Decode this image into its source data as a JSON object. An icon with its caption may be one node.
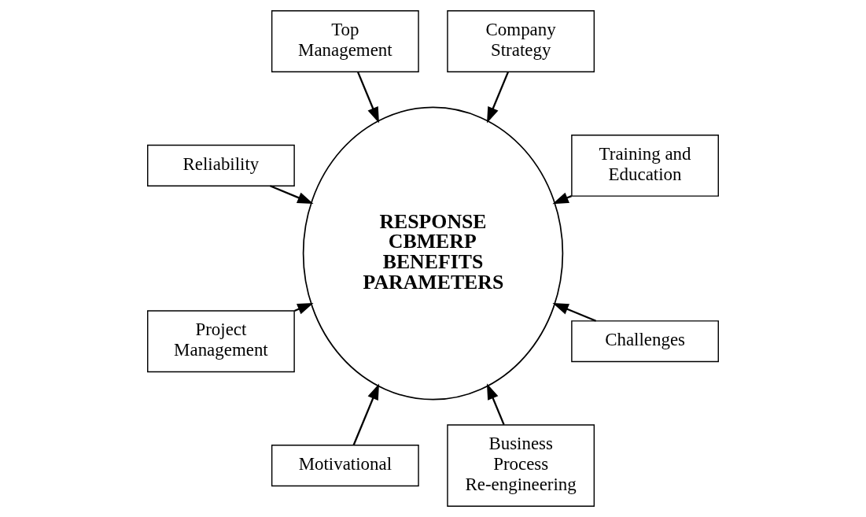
{
  "diagram": {
    "nodes": [
      {
        "text": [
          "Training and Education"
        ]
      },
      {
        "text": [
          "Company Strategy"
        ]
      },
      {
        "text": [
          "Top Management"
        ]
      },
      {
        "text": [
          "Reliability"
        ]
      },
      {
        "text": [
          "Project Management"
        ]
      },
      {
        "text": [
          "Motivational"
        ]
      },
      {
        "text": [
          "Business Process Re-engineering"
        ]
      },
      {
        "text": [
          "Challenges"
        ]
      },
      {
        "text": [
          "RESPONSE CBMERP BENEFITS PARAMETERS"
        ]
      }
    ],
    "edges": [
      {
        "from": 0,
        "to": 8,
        "arrow": "to"
      },
      {
        "from": 1,
        "to": 8,
        "arrow": "to"
      },
      {
        "from": 2,
        "to": 8,
        "arrow": "to"
      },
      {
        "from": 3,
        "to": 8,
        "arrow": "to"
      },
      {
        "from": 4,
        "to": 8,
        "arrow": "to"
      },
      {
        "from": 5,
        "to": 8,
        "arrow": "to"
      },
      {
        "from": 6,
        "to": 8,
        "arrow": "to"
      },
      {
        "from": 7,
        "to": 8,
        "arrow": "to"
      }
    ]
  }
}
